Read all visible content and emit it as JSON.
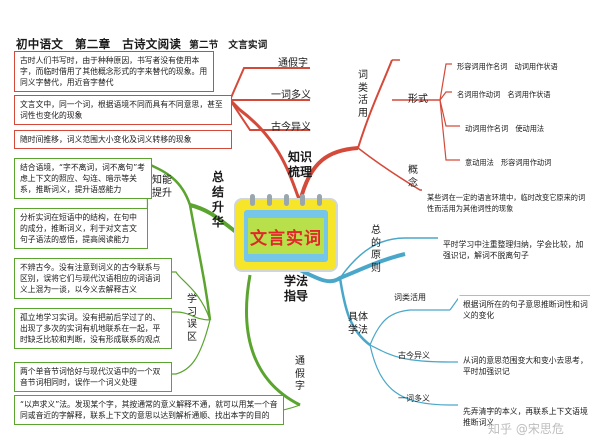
{
  "title": {
    "main": "初中语文　第二章　古诗文阅读",
    "sub": "第二节　文言实词"
  },
  "center": {
    "label": "文言实词"
  },
  "branches": {
    "knowledge": "知识梳理",
    "summary": "总结升华",
    "method": "学法指导",
    "cilei": "词类活用",
    "xingshi": "形式",
    "gainian": "概念",
    "zongyuanze": "总的原则",
    "jutixuefa": "具体学法",
    "zhineng": "知能提升",
    "xuexiwuqu": "学习误区",
    "tongjiazi_v": "通假字",
    "tongjiazi": "通假字",
    "yiciduoyi": "一词多义",
    "gujinyiyi": "古今异义",
    "cileihuoyong_label": "词类活用",
    "gujinyiyi2": "古今异义",
    "yiciduoyi2": "一词多义"
  },
  "boxes": {
    "k1": "古时人们书写时，由于种种原因，书写者没有使用本字，而临时借用了其他概念形式的字来替代的现象。用同义字替代，用近音字替代",
    "k2": "文言文中，同一个词，根据语境不同而具有不同意思，甚至词性也变化的现象",
    "k3": "随时间推移，词义范围大小变化及词义转移的现象",
    "f1": "形容词用作名词　动词用作状语",
    "f2": "名词用作动词　名词用作状语",
    "f3": "动词用作名词　使动用法",
    "f4": "意动用法　形容词用作动词",
    "concept": "某些词在一定的语言环境中，临时改变它原来的词性而活用为其他词性的现象",
    "s1": "结合语境，“字不离词，词不离句”考虑上下文的照应、勾连、暗示等关系，推断词义，提升语感能力",
    "s2": "分析实词在短语中的结构，在句中的成分，推断词义，利于对文言文句子语法的感悟，提高阅读能力",
    "s3": "不辨古今。没有注意到词义的古今联系与区别，误将它们与现代汉语相应的词语词义上混为一谈，以今义去解释古义",
    "s4": "孤立地学习实词。没有把前后学过了的、出现了多次的实词有机地联系在一起，平时缺乏比较和判断，没有形成联系的观点",
    "s5": "两个单音节词恰好与现代汉语中的一个双音节词相同时，误作一个词义处理",
    "s6": "“以声求义”法。发现某个字，其按通常的意义解释不通，就可以用某一个音同或音近的字解释，联系上下文的意思以达到解析通顺、找出本字的目的",
    "m1": "平时学习中注重整理归纳，学会比较，加强识记，解词不脱离句子",
    "m2": "根据词所在的句子意思推断词性和词义的变化",
    "m3": "从词的意思范围变大和变小去思考，平时加强识记",
    "m4": "先弄清字的本义，再联系上下文语境推断词义"
  },
  "watermark": "知乎 @宋思危",
  "colors": {
    "red": "#d44a3a",
    "green": "#5aa42f",
    "blue": "#4aa7c9",
    "center_yellow": "#f7e52a",
    "center_green": "#b7e04a",
    "center_text": "#e0282a"
  }
}
